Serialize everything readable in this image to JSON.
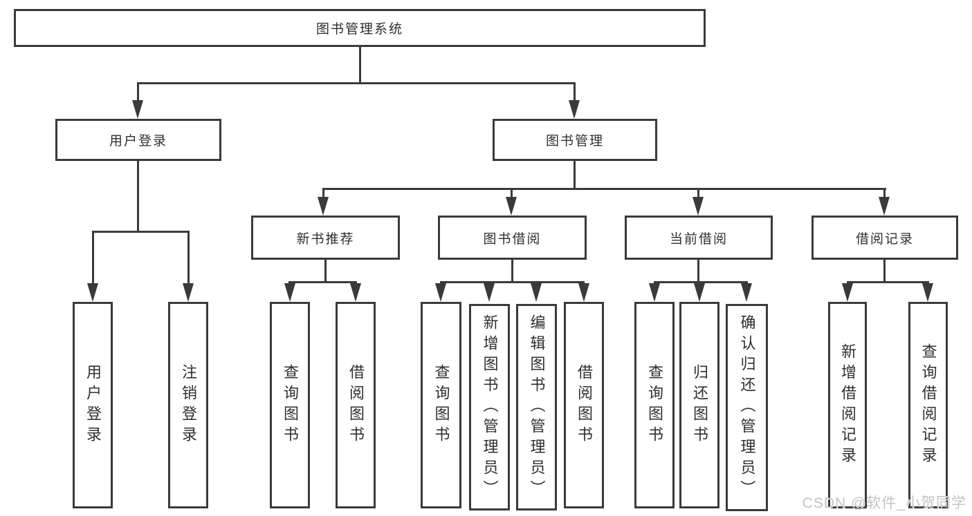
{
  "colors": {
    "line": "#3a3a3a",
    "text": "#2f2f2f",
    "background": "#ffffff",
    "watermark": "#c3c3c3"
  },
  "nodes": {
    "root": "图书管理系统",
    "user_login": "用户登录",
    "book_mgmt": "图书管理",
    "new_book_rec": "新书推荐",
    "book_borrow": "图书借阅",
    "current_borrow": "当前借阅",
    "borrow_record": "借阅记录",
    "ul_login": "用户登录",
    "ul_logout": "注销登录",
    "nbr_query": "查询图书",
    "nbr_borrow": "借阅图书",
    "bb_query": "查询图书",
    "bb_add": "新增图书（管理员）",
    "bb_edit": "编辑图书（管理员）",
    "bb_borrow": "借阅图书",
    "cb_query": "查询图书",
    "cb_return": "归还图书",
    "cb_confirm": "确认归还（管理员）",
    "br_add": "新增借阅记录",
    "br_query": "查询借阅记录"
  },
  "watermark": "CSDN @软件_小贺同学"
}
